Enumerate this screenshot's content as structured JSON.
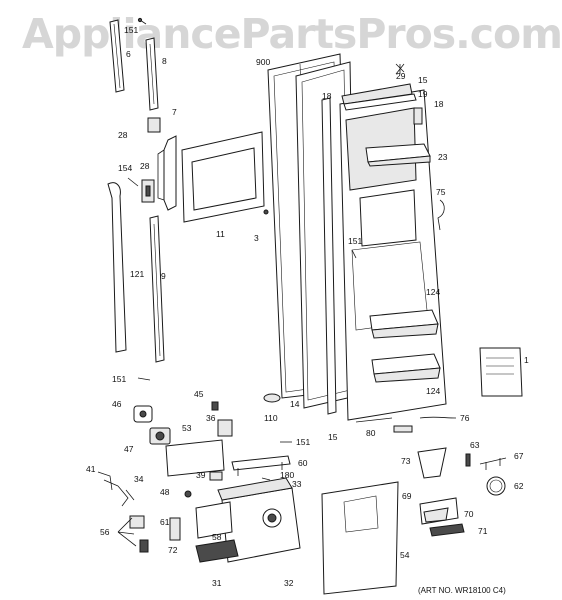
{
  "watermark": "AppliancePartsPros.com",
  "art_number": "(ART NO. WR18100 C4)",
  "callouts": {
    "c1": "1",
    "c3": "3",
    "c6": "6",
    "c7": "7",
    "c8": "8",
    "c9": "9",
    "c11": "11",
    "c14": "14",
    "c15a": "15",
    "c15b": "15",
    "c18a": "18",
    "c18b": "18",
    "c19": "19",
    "c23": "23",
    "c28a": "28",
    "c28b": "28",
    "c29": "29",
    "c31": "31",
    "c32": "32",
    "c33": "33",
    "c34": "34",
    "c36": "36",
    "c39": "39",
    "c41": "41",
    "c45": "45",
    "c46": "46",
    "c47": "47",
    "c48": "48",
    "c53": "53",
    "c54": "54",
    "c56": "56",
    "c58": "58",
    "c60": "60",
    "c61": "61",
    "c62": "62",
    "c63": "63",
    "c67": "67",
    "c69": "69",
    "c70": "70",
    "c71": "71",
    "c72": "72",
    "c73": "73",
    "c75": "75",
    "c76": "76",
    "c80": "80",
    "c110": "110",
    "c121": "121",
    "c124a": "124",
    "c124b": "124",
    "c151a": "151",
    "c151b": "151",
    "c151c": "151",
    "c151d": "151",
    "c154": "154",
    "c180": "180",
    "c900": "900"
  }
}
